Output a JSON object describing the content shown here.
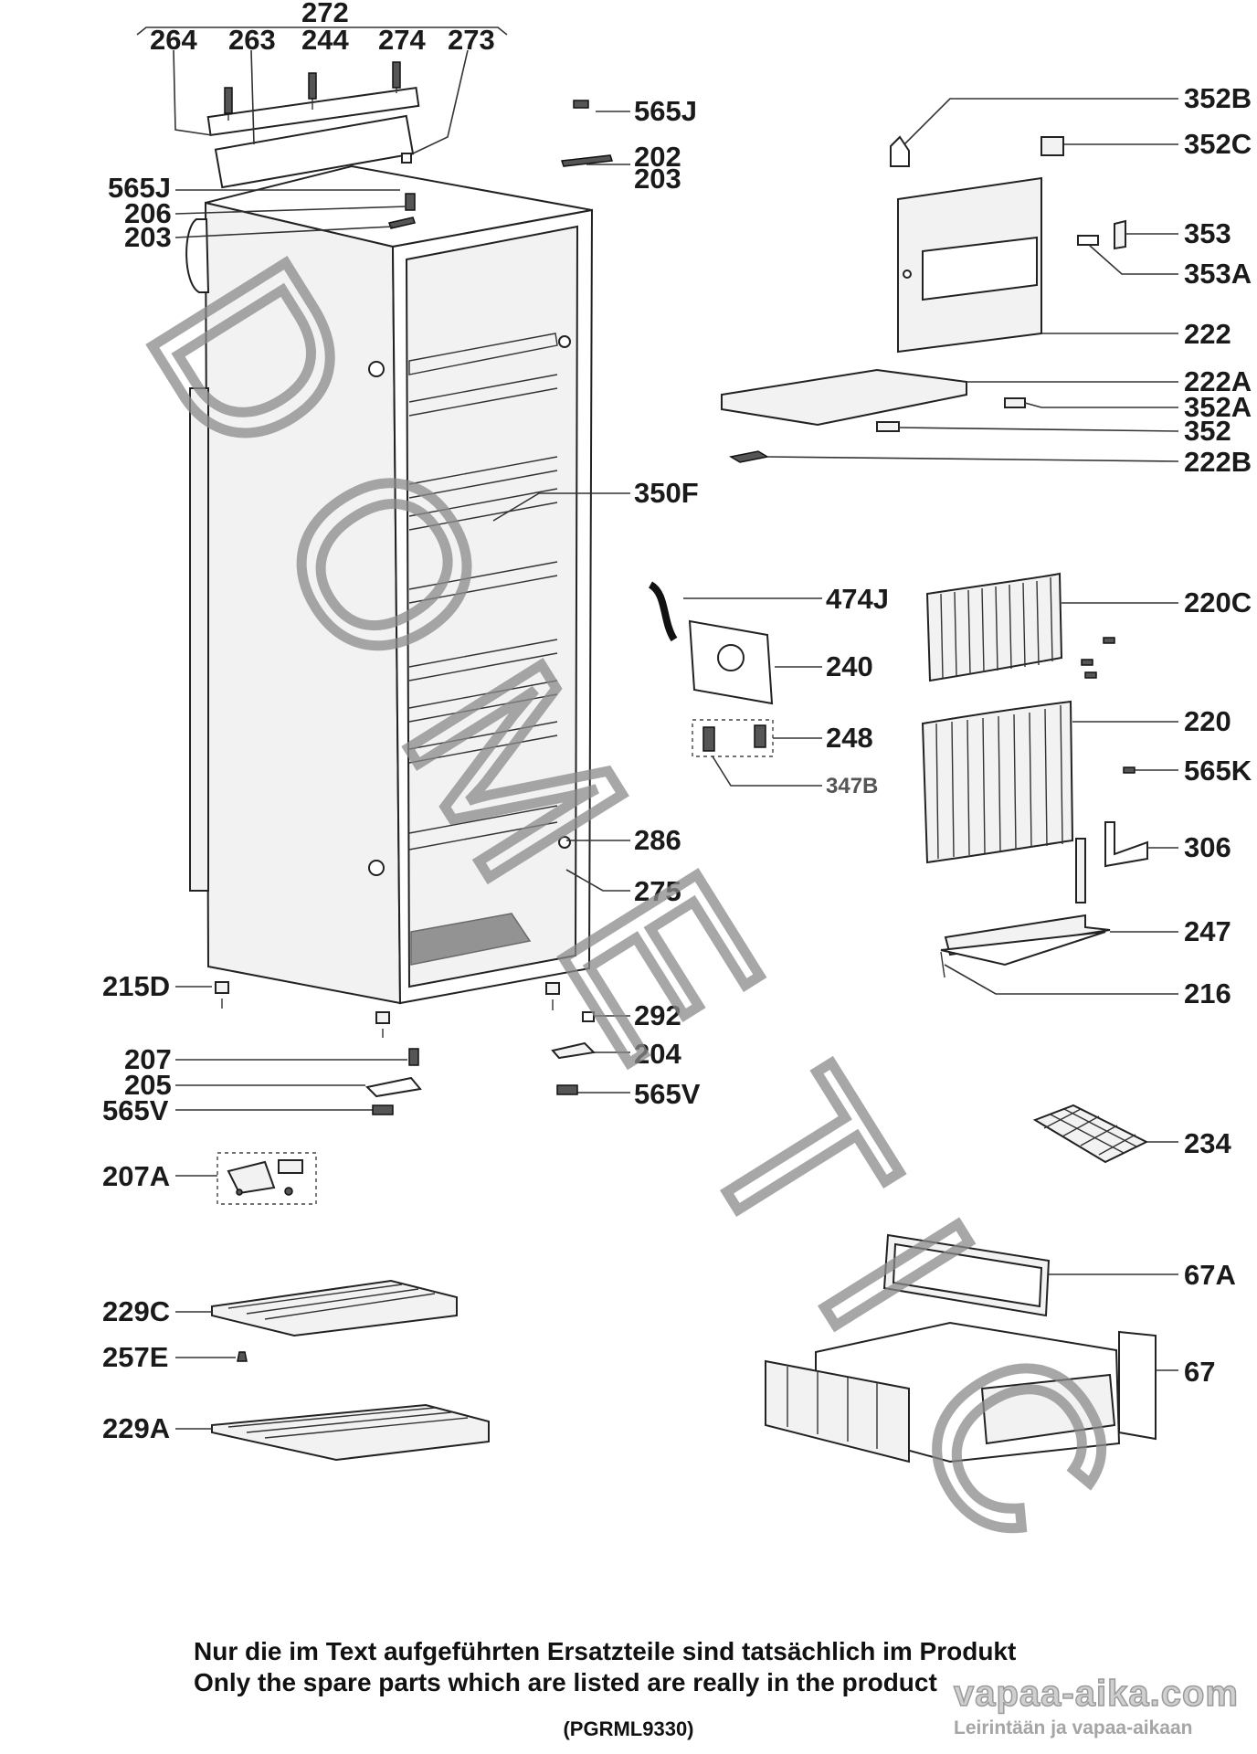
{
  "labels": {
    "l272": "272",
    "l264": "264",
    "l263": "263",
    "l244": "244",
    "l274": "274",
    "l273": "273",
    "l565J_top": "565J",
    "l202": "202",
    "l203_top": "203",
    "l565J_left": "565J",
    "l206": "206",
    "l203_left": "203",
    "l352B": "352B",
    "l352C": "352C",
    "l353": "353",
    "l353A": "353A",
    "l222": "222",
    "l222A": "222A",
    "l352A": "352A",
    "l352": "352",
    "l222B": "222B",
    "l350F": "350F",
    "l474J": "474J",
    "l240": "240",
    "l248": "248",
    "l347B": "347B",
    "l286": "286",
    "l275": "275",
    "l220C": "220C",
    "l220": "220",
    "l565K": "565K",
    "l306": "306",
    "l247": "247",
    "l216": "216",
    "l215D": "215D",
    "l292": "292",
    "l207": "207",
    "l204": "204",
    "l205": "205",
    "l565V_left": "565V",
    "l565V_right": "565V",
    "l207A": "207A",
    "l234": "234",
    "l229C": "229C",
    "l257E": "257E",
    "l229A": "229A",
    "l67A": "67A",
    "l67": "67"
  },
  "watermark": {
    "letters": [
      "D",
      "O",
      "M",
      "E",
      "T",
      "I",
      "C"
    ]
  },
  "footer": {
    "german": "Nur die im Text aufgeführten Ersatzteile sind tatsächlich im Produkt",
    "english": "Only the spare parts which are listed are really in the product",
    "code": "(PGRML9330)"
  },
  "logo": {
    "name": "vapaa-aika.com",
    "tagline": "Leirintään ja vapaa-aikaan"
  }
}
